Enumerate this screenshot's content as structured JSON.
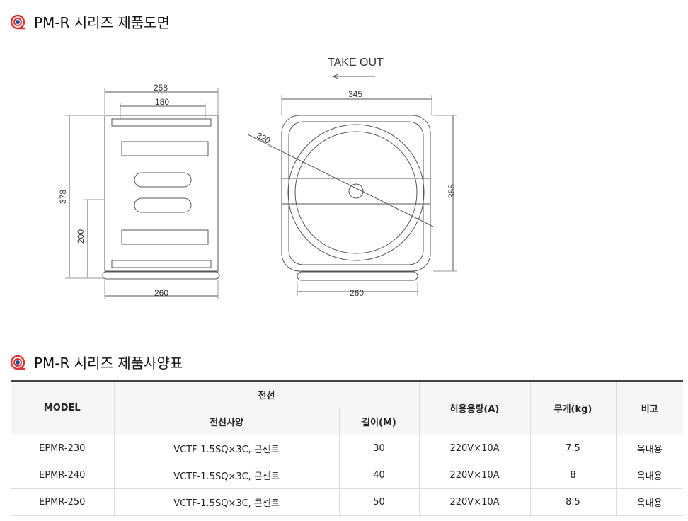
{
  "section1": {
    "title": "PM-R 시리즈 제품도면"
  },
  "drawing": {
    "take_out": "TAKE OUT",
    "dims": {
      "w258": "258",
      "w180": "180",
      "h378": "378",
      "h200": "200",
      "w260a": "260",
      "w345": "345",
      "r320": "320",
      "h355": "355",
      "w260b": "260"
    }
  },
  "section2": {
    "title": "PM-R 시리즈 제품사양표"
  },
  "table": {
    "headers": {
      "model": "MODEL",
      "wire": "전선",
      "wire_spec": "전선사양",
      "length": "길이(M)",
      "capacity": "허용용량(A)",
      "weight": "무게(kg)",
      "note": "비고"
    },
    "rows": [
      {
        "model": "EPMR-230",
        "spec": "VCTF-1.5SQ×3C, 콘센트",
        "length": "30",
        "capacity": "220V×10A",
        "weight": "7.5",
        "note": "옥내용"
      },
      {
        "model": "EPMR-240",
        "spec": "VCTF-1.5SQ×3C, 콘센트",
        "length": "40",
        "capacity": "220V×10A",
        "weight": "8",
        "note": "옥내용"
      },
      {
        "model": "EPMR-250",
        "spec": "VCTF-1.5SQ×3C, 콘센트",
        "length": "50",
        "capacity": "220V×10A",
        "weight": "8.5",
        "note": "옥내용"
      }
    ]
  }
}
